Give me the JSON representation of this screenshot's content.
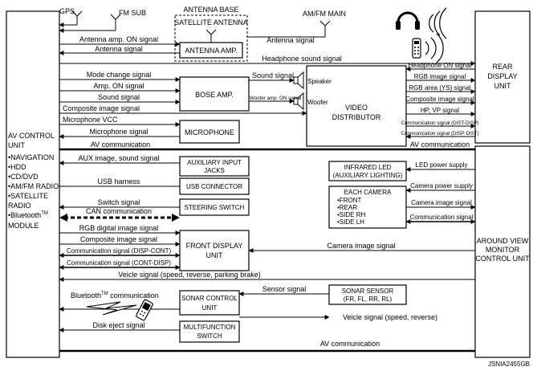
{
  "figure_code": "JSNIA2455GB",
  "antenna": {
    "gps": "GPS",
    "fm_sub": "FM SUB",
    "base": "ANTENNA BASE",
    "satellite": "SATELLITE ANTENNA",
    "amp": "ANTENNA AMP.",
    "am_fm_main": "AM/FM MAIN"
  },
  "blocks": {
    "av_control_unit": {
      "title_1": "AV CONTROL",
      "title_2": "UNIT",
      "features": [
        "•NAVIGATION",
        "•HDD",
        "•CD/DVD",
        "•AM/FM RADIO",
        "•SATELLITE",
        "RADIO",
        "•Bluetooth",
        "MODULE"
      ],
      "tm": "TM"
    },
    "rear_display_unit": [
      "REAR",
      "DISPLAY",
      "UNIT"
    ],
    "around_view_monitor": [
      "AROUND VIEW",
      "MONITOR",
      "CONTROL UNIT"
    ],
    "bose_amp": "BOSE AMP.",
    "video_distributor": [
      "VIDEO",
      "DISTRIBUTOR"
    ],
    "microphone": "MICROPHONE",
    "aux_jacks": [
      "AUXILIARY INPUT",
      "JACKS"
    ],
    "usb_connector": "USB CONNECTOR",
    "steering_switch": "STEERING SWITCH",
    "front_display": [
      "FRONT DISPLAY",
      "UNIT"
    ],
    "sonar_control": [
      "SONAR CONTROL",
      "UNIT"
    ],
    "multifunction_switch": [
      "MULTIFUNCTION",
      "SWITCH"
    ],
    "infrared_led": [
      "INFRARED LED",
      "(AUXILIARY LIGHTING)"
    ],
    "each_camera": {
      "title": "EACH CAMERA",
      "items": [
        "•FRONT",
        "•REAR",
        "•SIDE RH",
        "•SIDE LH"
      ]
    },
    "sonar_sensor": [
      "SONAR SENSOR",
      "(FR, FL, RR, RL)"
    ]
  },
  "signals": {
    "antenna_amp_on": "Antenna amp. ON signal",
    "antenna_signal": "Antenna signal",
    "headphone_sound": "Headphone sound signal",
    "mode_change": "Mode change signal",
    "amp_on": "Amp. ON signal",
    "sound_signal": "Sound signal",
    "composite_image": "Composite image signal",
    "microphone_vcc": "Microphone VCC",
    "microphone_signal": "Microphone signal",
    "av_communication": "AV communication",
    "woofer_amp_on": "Woofer amp. ON signal",
    "speaker": "Speaker",
    "woofer": "Woofer",
    "headphone_on": "Headphone ON signal",
    "rgb_image": "RGB image signal",
    "rgb_area": "RGB area (YS) signal",
    "hp_vp": "HP, VP signal",
    "comm_dist_disp": "Communication signal (DIST-DISP)",
    "comm_disp_dist": "Communication signal (DISP-DIST)",
    "aux_image_sound": "AUX image, sound signal",
    "usb_harness": "USB harness",
    "switch_signal": "Switch signal",
    "can_communication": "CAN communication",
    "rgb_digital": "RGB digital image signal",
    "comm_disp_cont": "Communication signal (DISP-CONT)",
    "comm_cont_disp": "Communication signal (CONT-DISP)",
    "led_power": "LED power supply",
    "camera_power": "Camera power supply",
    "camera_image": "Camera image signal",
    "comm_signal": "Communication signal",
    "camera_image_signal": "Camera image signal",
    "vehicle_signal_full": "Veicle signal (speed, reverse, parking brake)",
    "sensor_signal": "Sensor signal",
    "vehicle_signal_short": "Veicle signal (speed, reverse)",
    "bluetooth": "Bluetooth",
    "tm": "TM",
    "bluetooth_suffix": " communication",
    "disk_eject": "Disk eject signal"
  }
}
